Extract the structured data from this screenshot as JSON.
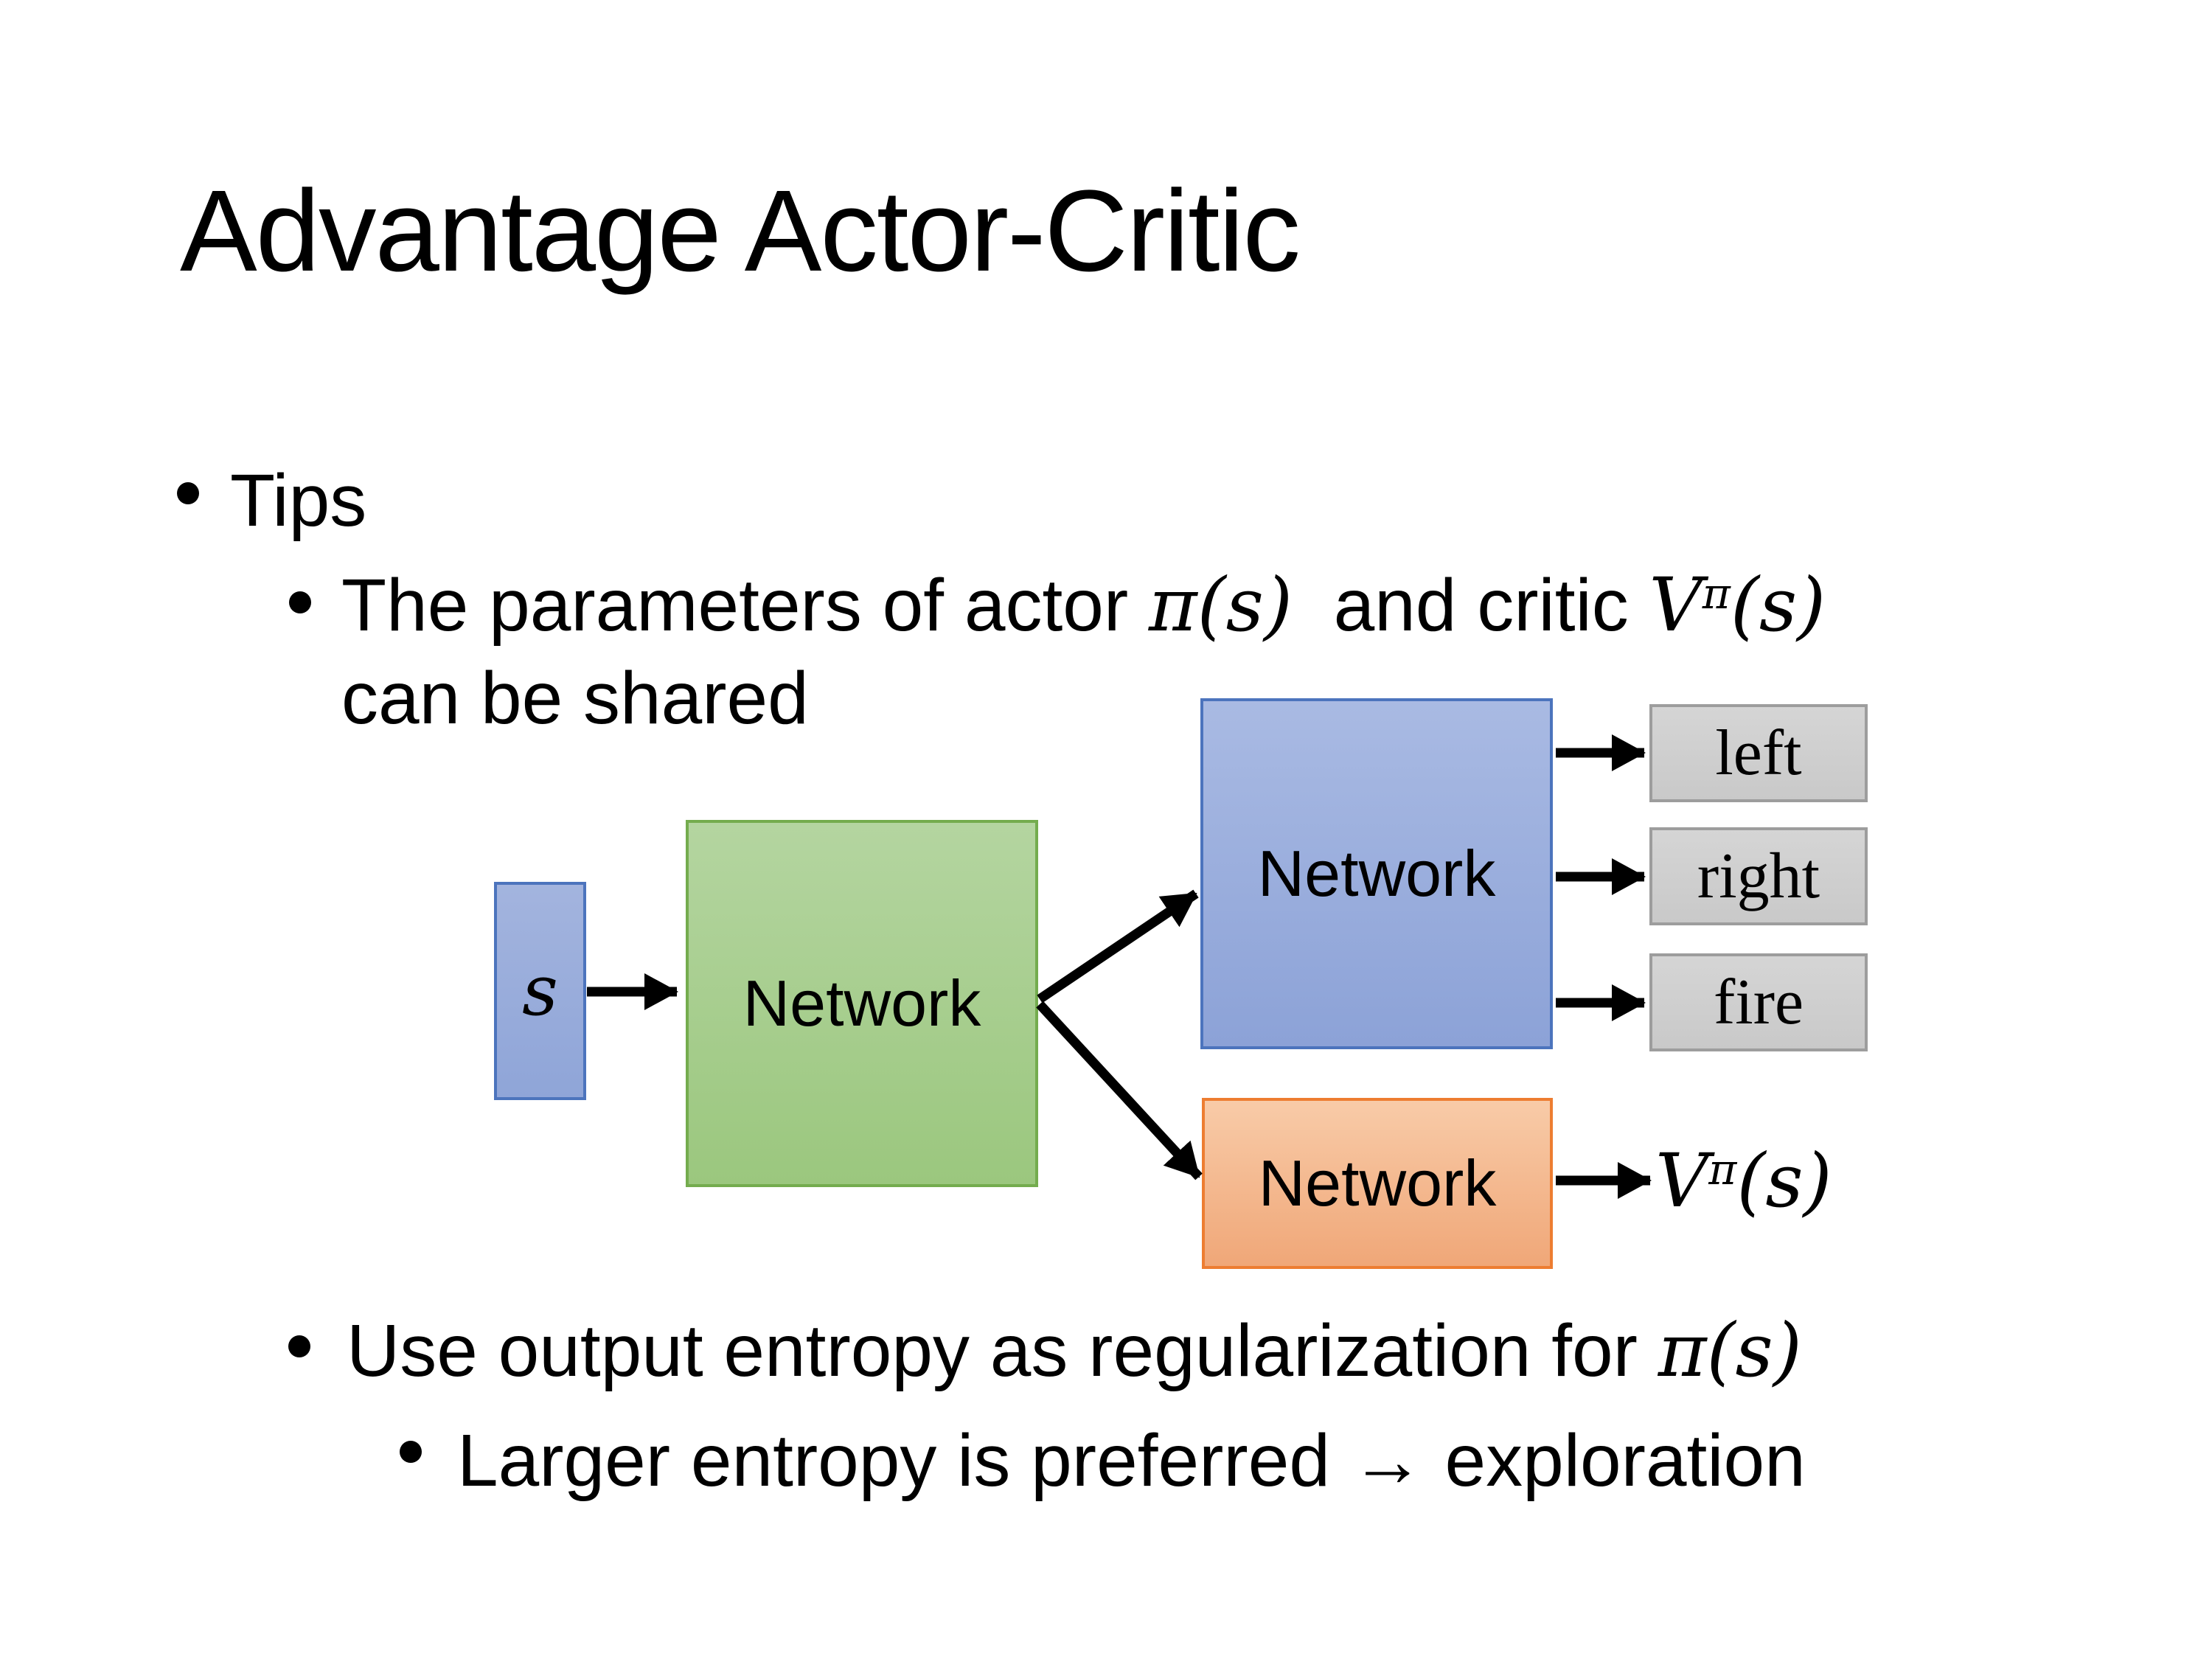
{
  "slide": {
    "title": "Advantage Actor-Critic",
    "bullets": {
      "tips": "Tips",
      "line1": {
        "pre": "The parameters of actor ",
        "math1": "π(s)",
        "mid": "  and critic ",
        "v": "V",
        "v_sup": "π",
        "v_args": "(s)"
      },
      "line2": "can be shared",
      "line3": {
        "pre": "Use output entropy as regularization for ",
        "math": "π(s)"
      },
      "line4": "Larger entropy is preferred → exploration"
    }
  },
  "diagram": {
    "input_label": "s",
    "shared_network_label": "Network",
    "actor_network_label": "Network",
    "critic_network_label": "Network",
    "actions": [
      "left",
      "right",
      "fire"
    ],
    "value_output": {
      "v": "V",
      "sup": "π",
      "args": "(s)"
    },
    "colors": {
      "blue_fill": "#99ACDB",
      "blue_border": "#4C74BD",
      "green_fill": "#A7CE8F",
      "green_border": "#74AC4E",
      "orange_fill": "#F4B990",
      "orange_border": "#ED7D31",
      "gray_fill": "#CFCFCF",
      "gray_border": "#9D9D9D",
      "arrow": "#000000"
    }
  }
}
